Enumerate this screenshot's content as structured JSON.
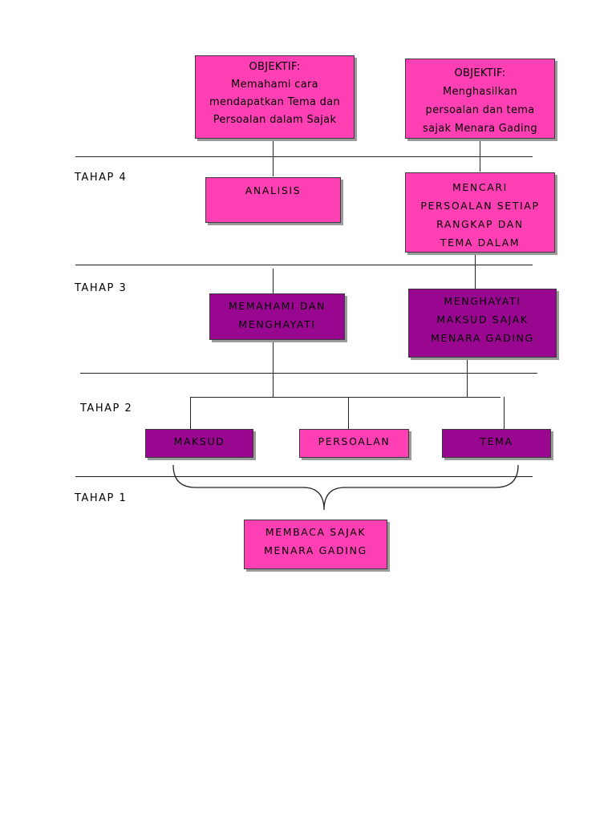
{
  "objectives": {
    "left": [
      "OBJEKTIF:",
      "Memahami cara",
      "mendapatkan Tema dan",
      "Persoalan dalam Sajak"
    ],
    "right": [
      "OBJEKTIF:",
      "Menghasilkan",
      "persoalan dan tema",
      "sajak Menara Gading"
    ]
  },
  "stages": {
    "tahap4": {
      "label": "TAHAP 4",
      "left_box": [
        "ANALISIS"
      ],
      "right_box": [
        "MENCARI",
        "PERSOALAN SETIAP",
        "RANGKAP DAN",
        "TEMA DALAM"
      ]
    },
    "tahap3": {
      "label": "TAHAP 3",
      "left_box": [
        "MEMAHAMI DAN",
        "MENGHAYATI"
      ],
      "right_box": [
        "MENGHAYATI",
        "MAKSUD SAJAK",
        "MENARA GADING"
      ]
    },
    "tahap2": {
      "label": "TAHAP 2",
      "boxes": [
        "MAKSUD",
        "PERSOALAN",
        "TEMA"
      ]
    },
    "tahap1": {
      "label": "TAHAP 1",
      "box": [
        "MEMBACA SAJAK",
        "MENARA GADING"
      ]
    }
  },
  "colors": {
    "pink": "#ff3fb4",
    "purple": "#99068f"
  }
}
